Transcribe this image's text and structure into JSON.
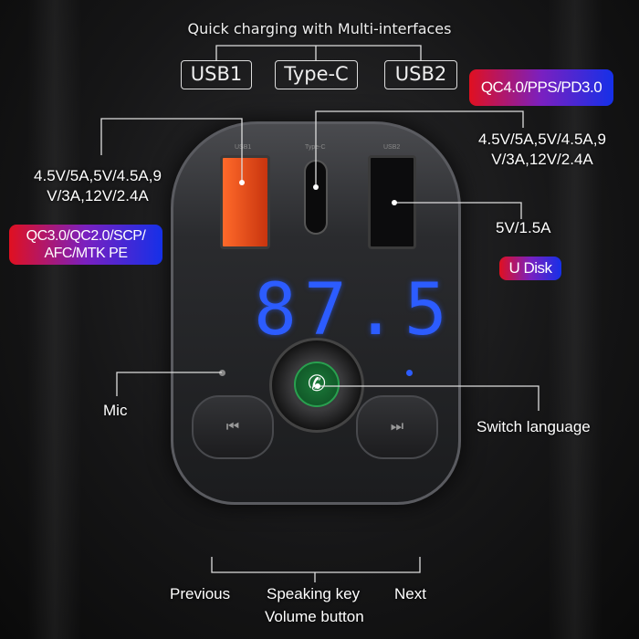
{
  "title": "Quick charging with Multi-interfaces",
  "ports": {
    "usb1": "USB1",
    "typec": "Type-C",
    "usb2": "USB2"
  },
  "device_port_labels": {
    "usb1": "USB1",
    "typec": "Type-C",
    "usb2": "USB2"
  },
  "badges": {
    "typec_protocols": "QC4.0/PPS/PD3.0",
    "usb1_protocols": [
      "QC3.0/QC2.0/SCP/",
      "AFC/MTK PE"
    ],
    "usb2_function": "U Disk"
  },
  "specs": {
    "usb1": [
      "4.5V/5A,5V/4.5A,9",
      "V/3A,12V/2.4A"
    ],
    "typec": [
      "4.5V/5A,5V/4.5A,9",
      "V/3A,12V/2.4A"
    ],
    "usb2": "5V/1.5A"
  },
  "display": "87.5",
  "labels": {
    "mic": "Mic",
    "switch_language": "Switch language",
    "previous": "Previous",
    "speaking_key": "Speaking key",
    "volume_button": "Volume button",
    "next": "Next"
  },
  "icons": {
    "phone": "phone-icon",
    "previous": "previous-track-icon",
    "next": "next-track-icon"
  },
  "colors": {
    "usb1_port": "#e8501e",
    "display": "#2c5cff",
    "knob_ring": "#29a04f",
    "badge_start": "#e01020",
    "badge_end": "#1530e8"
  }
}
